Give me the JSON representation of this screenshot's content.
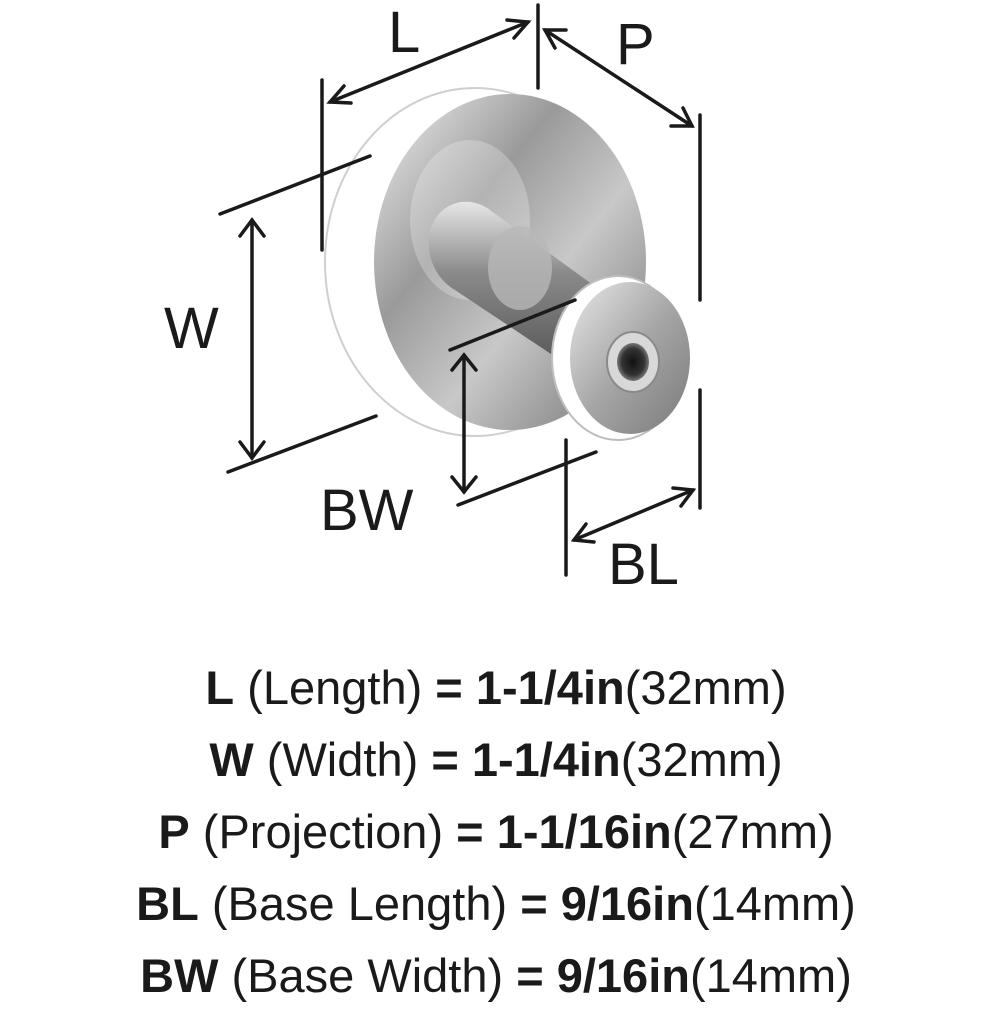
{
  "diagram": {
    "labels": {
      "L": "L",
      "P": "P",
      "W": "W",
      "BW": "BW",
      "BL": "BL"
    }
  },
  "specs": [
    {
      "code": "L",
      "name": "(Length)",
      "eq": "=",
      "value": "1-1/4in",
      "metric": "(32mm)"
    },
    {
      "code": "W",
      "name": "(Width)",
      "eq": "=",
      "value": "1-1/4in",
      "metric": "(32mm)"
    },
    {
      "code": "P",
      "name": "(Projection)",
      "eq": "=",
      "value": "1-1/16in",
      "metric": "(27mm)"
    },
    {
      "code": "BL",
      "name": "(Base Length)",
      "eq": "=",
      "value": "9/16in",
      "metric": "(14mm)"
    },
    {
      "code": "BW",
      "name": "(Base Width)",
      "eq": "=",
      "value": "9/16in",
      "metric": "(14mm)"
    }
  ]
}
